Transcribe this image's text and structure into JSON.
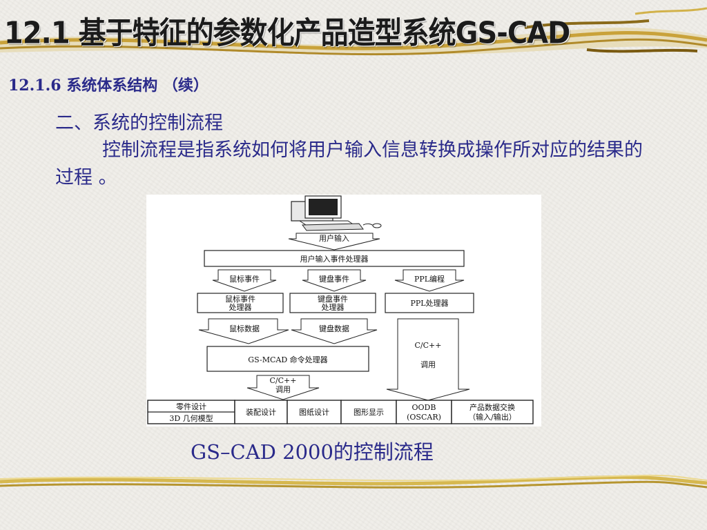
{
  "slide": {
    "title": "12.1 基于特征的参数化产品造型系统GS-CAD",
    "section_heading": "12.1.6  系统体系结构 （续）",
    "sub_heading": "二、系统的控制流程",
    "body_text": "控制流程是指系统如何将用户输入信息转换成操作所对应的结果的过程 。",
    "caption": "GS–CAD 2000的控制流程"
  },
  "diagram": {
    "user_input": "用户输入",
    "event_processor": "用户输入事件处理器",
    "mouse_event": "鼠标事件",
    "keyboard_event": "键盘事件",
    "ppl_programming": "PPL编程",
    "mouse_event_processor": [
      "鼠标事件",
      "处理器"
    ],
    "keyboard_event_processor": [
      "键盘事件",
      "处理器"
    ],
    "ppl_processor": "PPL处理器",
    "mouse_data": "鼠标数据",
    "keyboard_data": "键盘数据",
    "cpp_call_right": [
      "C/C++",
      "调用"
    ],
    "command_processor": "GS-MCAD  命令处理器",
    "cpp_call_center": [
      "C/C++",
      "调用"
    ],
    "modules": {
      "part_design": "零件设计",
      "geometry_modeling": "3D 几何模型",
      "assembly_design": "装配设计",
      "drawing_design": "图纸设计",
      "graphics_display": "图形显示",
      "oodb": [
        "OODB",
        "(OSCAR)"
      ],
      "data_exchange": [
        "产品数据交换",
        "（输入/输出）"
      ]
    }
  }
}
